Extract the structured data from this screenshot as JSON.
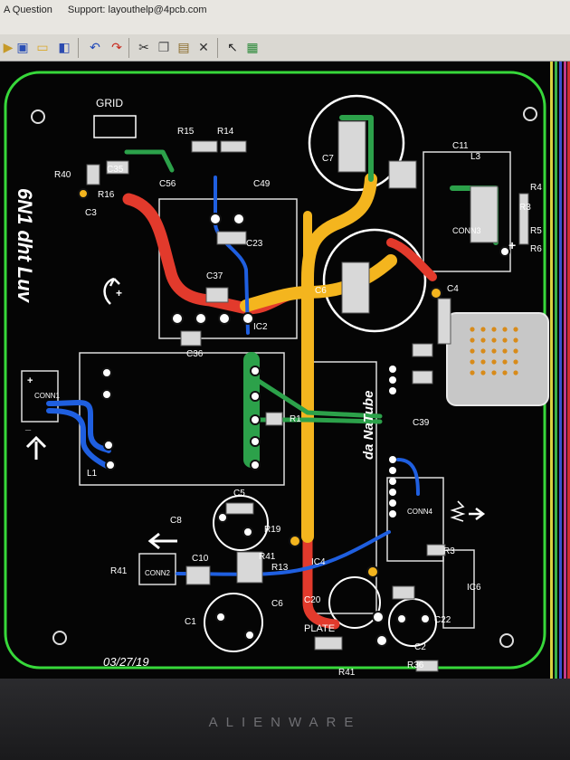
{
  "titlebar": {
    "question_label": "A Question",
    "support_label": "Support: layouthelp@4pcb.com"
  },
  "toolbar_icons": [
    "open-icon",
    "save-icon",
    "folder-icon",
    "print-icon",
    "undo-icon",
    "redo-icon",
    "cut-icon",
    "copy-icon",
    "paste-icon",
    "delete-icon",
    "pointer-icon",
    "grid-snap-icon"
  ],
  "colors": {
    "board_outline": "#37d83a",
    "silkscreen": "#ffffff",
    "trace_red": "#e23a2c",
    "trace_yellow": "#f4b51e",
    "trace_blue": "#1f5fe0",
    "trace_green": "#2ca14a"
  },
  "board": {
    "title": "6N1 dht Luv",
    "subtitle": "da NaTube",
    "date": "03/27/19",
    "labels": {
      "grid": "GRID",
      "plate": "PLATE",
      "c1": "C1",
      "c2": "C2",
      "c3": "C3",
      "c4": "C4",
      "c5": "C5",
      "c6": "C6",
      "c7": "C7",
      "c8": "C8",
      "c10": "C10",
      "c11": "C11",
      "c20": "C20",
      "c22": "C22",
      "c23": "C23",
      "c35": "C35",
      "c36": "C36",
      "c37": "C37",
      "c39": "C39",
      "c49": "C49",
      "c56": "C56",
      "r1": "R1",
      "r3": "R3",
      "r4": "R4",
      "r5": "R5",
      "r6": "R6",
      "r13": "R13",
      "r14": "R14",
      "r15": "R15",
      "r16": "R16",
      "r19": "R19",
      "r36": "R36",
      "r40": "R40",
      "r41": "R41",
      "ic2": "IC2",
      "ic4": "IC4",
      "ic6": "IC6",
      "l1": "L1",
      "l3": "L3",
      "conn1": "CONN1",
      "conn2": "CONN2",
      "conn3": "CONN3",
      "conn4": "CONN4",
      "plus": "+",
      "minus": "_"
    }
  },
  "monitor": {
    "brand": "ALIENWARE"
  }
}
